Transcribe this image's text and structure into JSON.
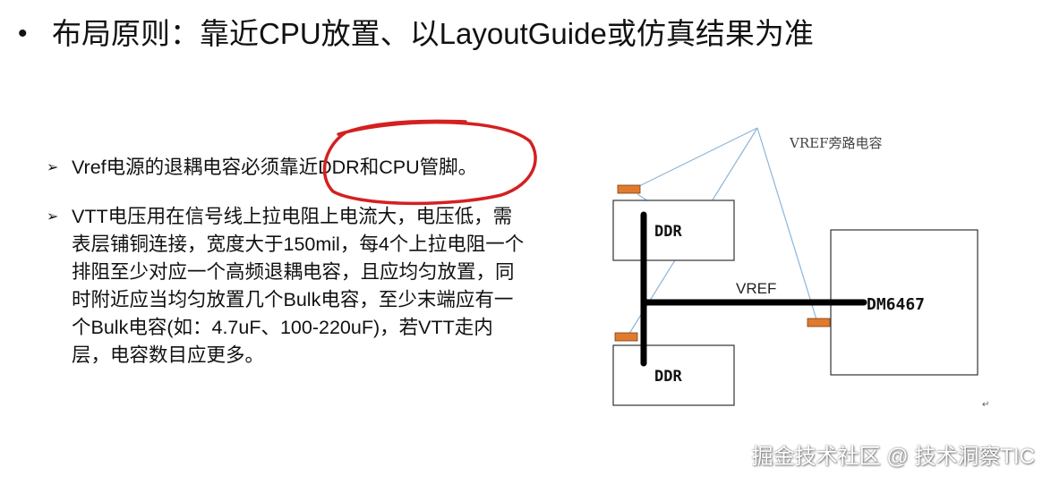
{
  "title": {
    "bullet": "•",
    "text": "布局原则：靠近CPU放置、以LayoutGuide或仿真结果为准"
  },
  "bullets": [
    {
      "marker": "➢",
      "text": "Vref电源的退耦电容必须靠近DDR和CPU管脚。"
    },
    {
      "marker": "➢",
      "text": "VTT电压用在信号线上拉电阻上电流大，电压低，需表层铺铜连接，宽度大于150mil，每4个上拉电阻一个排阻至少对应一个高频退耦电容，且应均匀放置，同时附近应当均匀放置几个Bulk电容，至少末端应有一个Bulk电容(如：4.7uF、100-220uF)，若VTT走内层，电容数目应更多。"
    }
  ],
  "diagram": {
    "vref_cap_label": "VREF旁路电容",
    "ddr_top_label": "DDR",
    "ddr_bottom_label": "DDR",
    "dm_label": "DM6467",
    "vref_label": "VREF",
    "colors": {
      "capacitor": "#e07b2e",
      "leader_line": "#8fb4d8",
      "trace": "#000000",
      "annotation": "#d42020"
    }
  },
  "cursor_mark": "↵",
  "watermark": "掘金技术社区 @ 技术洞察TIC"
}
